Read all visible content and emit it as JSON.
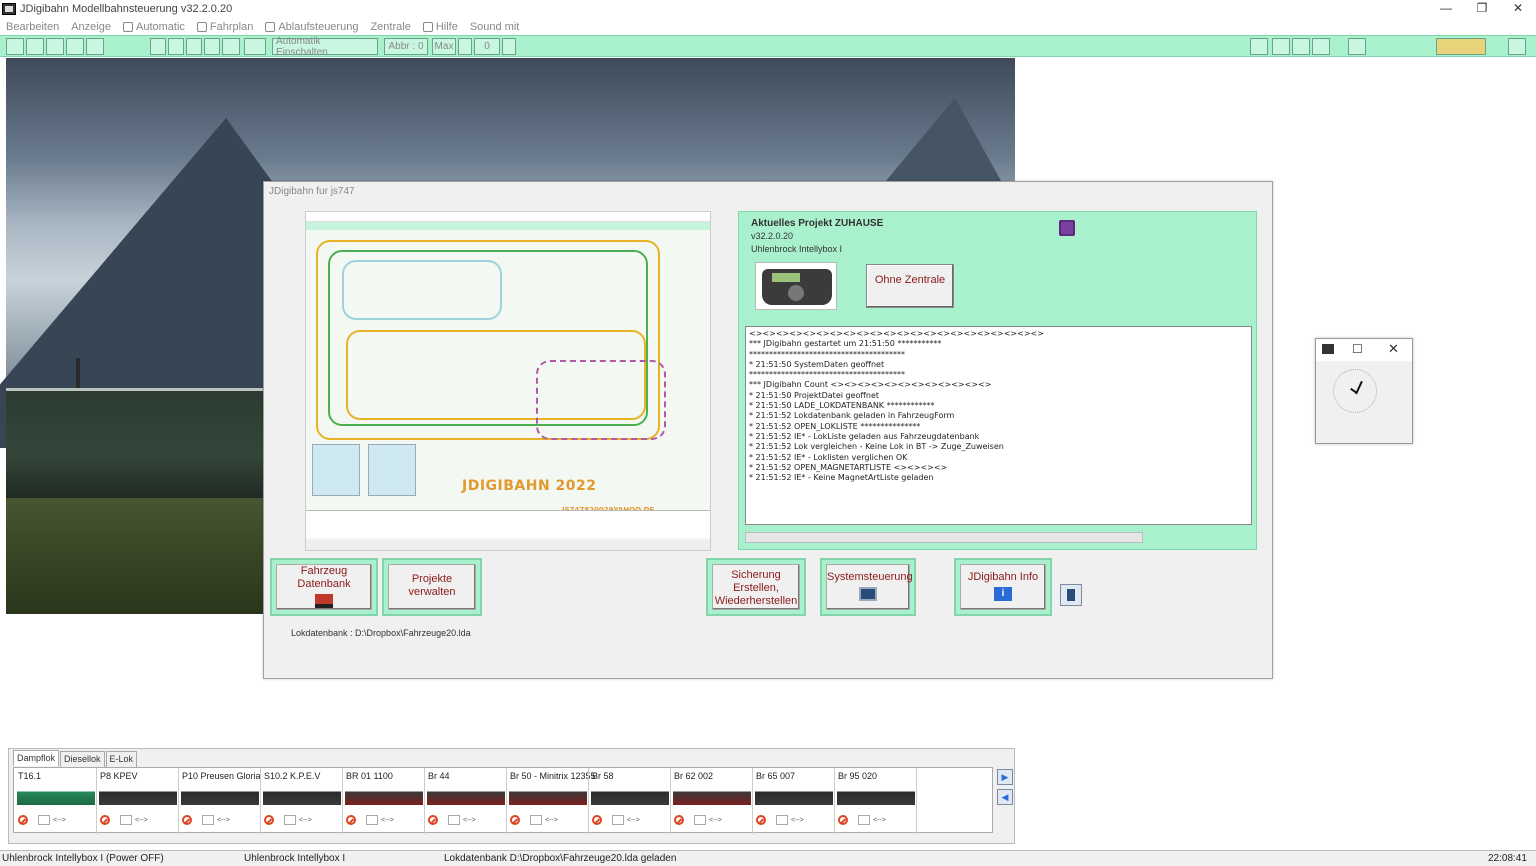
{
  "window": {
    "title": "JDigibahn Modellbahnsteuerung v32.2.0.20",
    "controls": [
      "—",
      "❐",
      "✕"
    ]
  },
  "menu": [
    {
      "label": "Bearbeiten",
      "icon": ""
    },
    {
      "label": "Anzeige",
      "icon": ""
    },
    {
      "label": "Automatic",
      "icon": "automatic-icon"
    },
    {
      "label": "Fahrplan",
      "icon": "schedule-icon"
    },
    {
      "label": "Ablaufsteuerung",
      "icon": "sequence-icon"
    },
    {
      "label": "Zentrale",
      "icon": ""
    },
    {
      "label": "Hilfe",
      "icon": "help-icon"
    },
    {
      "label": "Sound mit",
      "icon": ""
    }
  ],
  "toolbar": {
    "automatik_label": "Automatik Einschalten",
    "abbr_label": "Abbr : 0",
    "max_label": "Max",
    "max_value": "0",
    "accent": "#a9f0cd"
  },
  "dialog": {
    "title": "JDigibahn fur js747",
    "preview": {
      "title": "JDIGIBAHN 2022",
      "email": "JS747820029YAHOO.DE"
    },
    "info": {
      "project": "Aktuelles Projekt ZUHAUSE",
      "version": "v32.2.0.20",
      "device": "Uhlenbrock Intellybox I",
      "ohne_zentrale": "Ohne Zentrale"
    },
    "log": [
      "<><><><><><><><><><><><><><><><><><><><><><>",
      "*** JDigibahn gestartet um 21:51:50 ***********",
      "***************************************",
      "* 21:51:50 SystemDaten geoffnet",
      "***************************************",
      "*** JDigibahn Count <><><><><><><><><><><><>",
      "* 21:51:50 ProjektDatei geoffnet",
      "* 21:51:50 LADE_LOKDATENBANK ************",
      "* 21:51:52 Lokdatenbank geladen in FahrzeugForm",
      "* 21:51:52 OPEN_LOKLISTE ***************",
      "* 21:51:52 IE* - LokListe geladen aus Fahrzeugdatenbank",
      "* 21:51:52 Lok vergleichen - Keine Lok in  BT -> Zuge_Zuweisen",
      "* 21:51:52 IE* - Loklisten verglichen OK",
      "* 21:51:52 OPEN_MAGNETARTLISTE <><><><>",
      "* 21:51:52 IE* - Keine MagnetArtListe geladen"
    ],
    "buttons": {
      "fahrzeug": "Fahrzeug Datenbank",
      "projekte": "Projekte verwalten",
      "sicherung": "Sicherung Erstellen, Wiederherstellen",
      "systemsteuerung": "Systemsteuerung",
      "info": "JDigibahn Info"
    },
    "lokdatenbank": "Lokdatenbank : D:\\Dropbox\\Fahrzeuge20.lda"
  },
  "clock": {
    "maximize": "☐",
    "close": "✕"
  },
  "loco_panel": {
    "tabs": [
      "Dampflok",
      "Diesellok",
      "E-Lok"
    ],
    "active_tab": 0,
    "direction_label": "<-->",
    "locos": [
      {
        "name": "T16.1",
        "color": "green"
      },
      {
        "name": "P8 KPEV",
        "color": "dark"
      },
      {
        "name": "P10 Preusen Gloria",
        "color": "dark"
      },
      {
        "name": "S10.2 K.P.E.V",
        "color": "dark"
      },
      {
        "name": "BR 01 1100",
        "color": "red"
      },
      {
        "name": "Br 44",
        "color": "red"
      },
      {
        "name": "Br 50 - Minitrix 12355",
        "color": "red"
      },
      {
        "name": "Br 58",
        "color": "dark"
      },
      {
        "name": "Br 62 002",
        "color": "red"
      },
      {
        "name": "Br 65 007",
        "color": "dark"
      },
      {
        "name": "Br 95 020",
        "color": "dark"
      }
    ]
  },
  "statusbar": {
    "left": "Uhlenbrock Intellybox I (Power OFF)",
    "middle": "Uhlenbrock Intellybox I",
    "message": "Lokdatenbank D:\\Dropbox\\Fahrzeuge20.lda  geladen",
    "time": "22:08:41"
  }
}
